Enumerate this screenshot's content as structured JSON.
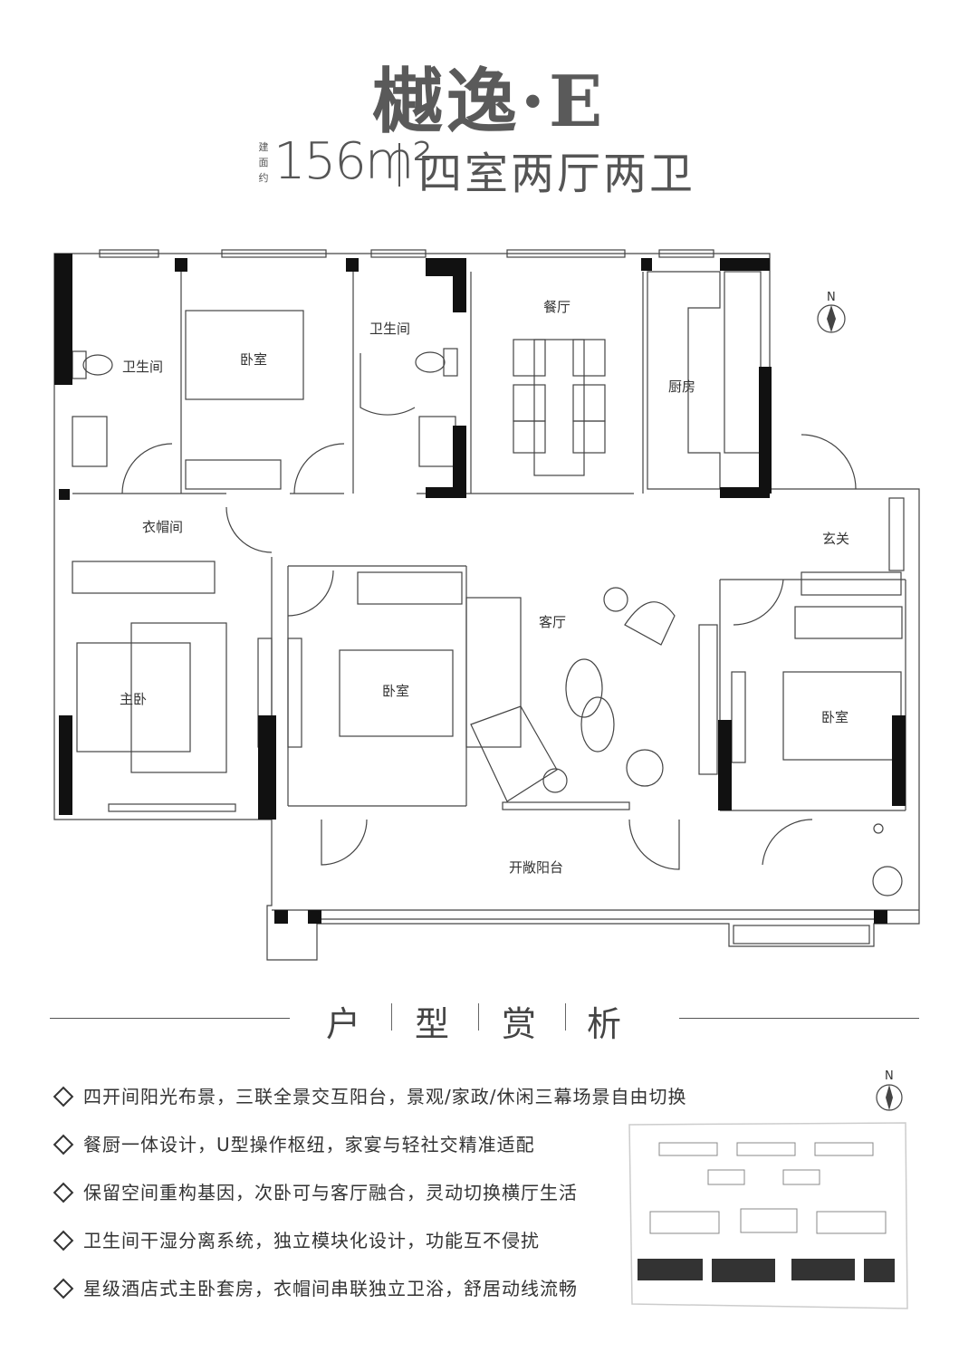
{
  "title": "樾逸·E",
  "area": {
    "prefix": [
      "建",
      "面",
      "约"
    ],
    "value": "156m²",
    "type": "四室两厅两卫"
  },
  "rooms": {
    "bath1": "卫生间",
    "bedroom_top": "卧室",
    "bath2": "卫生间",
    "dining": "餐厅",
    "kitchen": "厨房",
    "closet": "衣帽间",
    "entrance": "玄关",
    "living": "客厅",
    "master": "主卧",
    "bedroom_mid": "卧室",
    "bedroom_right": "卧室",
    "balcony": "开敞阳台"
  },
  "compass_label": "N",
  "section_title": [
    "户",
    "型",
    "赏",
    "析"
  ],
  "features": [
    "四开间阳光布景，三联全景交互阳台，景观/家政/休闲三幕场景自由切换",
    "餐厨一体设计，U型操作枢纽，家宴与轻社交精准适配",
    "保留空间重构基因，次卧可与客厅融合，灵动切换横厅生活",
    "卫生间干湿分离系统，独立模块化设计，功能互不侵扰",
    "星级酒店式主卧套房，衣帽间串联独立卫浴，舒居动线流畅"
  ],
  "site_compass_label": "N"
}
